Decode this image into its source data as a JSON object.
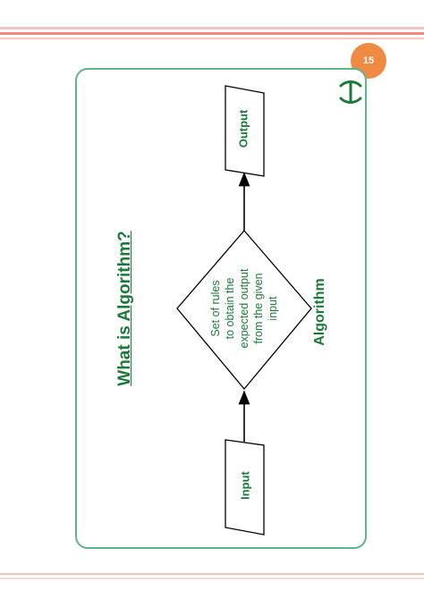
{
  "page_number": "15",
  "title": "What is Algorithm?",
  "input_label": "Input",
  "output_label": "Output",
  "process_lines": [
    "Set of rules",
    "to obtain the",
    "expected output",
    "from the given",
    "input"
  ],
  "caption": "Algorithm",
  "colors": {
    "text_green": "#1b7a3a",
    "border_green": "#5fb58a",
    "badge_orange": "#ef8a42",
    "band_red": "#f08a80"
  },
  "logo_icon": "geeksforgeeks-logo"
}
